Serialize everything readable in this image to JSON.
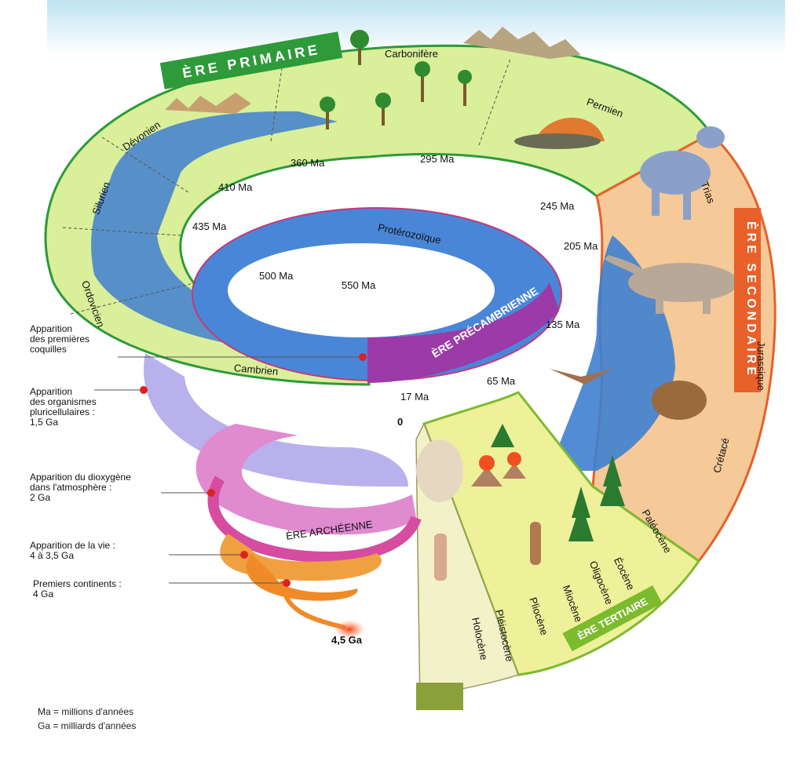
{
  "eras": {
    "primaire": "ÈRE PRIMAIRE",
    "secondaire": "ÈRE SECONDAIRE",
    "tertiaire": "ÈRE TERTIAIRE",
    "precambrienne": "ÈRE PRÉCAMBRIENNE",
    "archeenne": "ÈRE ARCHÉENNE"
  },
  "periods": {
    "carbonifere": "Carbonifère",
    "permien": "Permien",
    "devonien": "Dévonien",
    "silurien": "Silurien",
    "ordovicien": "Ordovicien",
    "cambrien": "Cambrien",
    "proterozoique": "Protérozoïque",
    "trias": "Trias",
    "jurassique": "Jurassique",
    "cretace": "Crétacé",
    "paleocene": "Paléocène",
    "eocene": "Éocène",
    "oligocene": "Oligocène",
    "miocene": "Miocène",
    "pliocene": "Pliocène",
    "pleistocene": "Pléistocène",
    "holocene": "Holocène"
  },
  "ages": {
    "a295": "295 Ma",
    "a360": "360 Ma",
    "a410": "410 Ma",
    "a435": "435 Ma",
    "a500": "500 Ma",
    "a550": "550 Ma",
    "a245": "245 Ma",
    "a205": "205 Ma",
    "a135": "135 Ma",
    "a65": "65 Ma",
    "a17": "17 Ma",
    "a0": "0",
    "a45ga": "4,5 Ga"
  },
  "annotations": {
    "coquilles": [
      "Apparition",
      "des premières",
      "coquilles"
    ],
    "pluricellulaires": [
      "Apparition",
      "des organismes",
      "pluricellulaires :",
      "1,5 Ga"
    ],
    "dioxygene": [
      "Apparition du dioxygène",
      "dans l'atmosphère :",
      "2 Ga"
    ],
    "vie": [
      "Apparition de la vie :",
      "4 à 3,5 Ga"
    ],
    "continents": [
      "Premiers continents :",
      "4 Ga"
    ]
  },
  "legend": {
    "ma": "Ma = millions d'années",
    "ga": "Ga = milliards d'années"
  },
  "colors": {
    "primaire_band": "#d9ef9a",
    "secondaire_band": "#f5c998",
    "tertiaire_band": "#eef09a",
    "water": "#3f7fd0",
    "era_primaire_tag": "#2e9a3a",
    "era_secondaire_tag": "#e8602a",
    "era_tertiaire_tag": "#7dbb2e",
    "precambrian_band": "#d64ca0",
    "archean_band": "#e08ad0",
    "early_band": "#f08a28",
    "origin": "#f25a1a"
  }
}
